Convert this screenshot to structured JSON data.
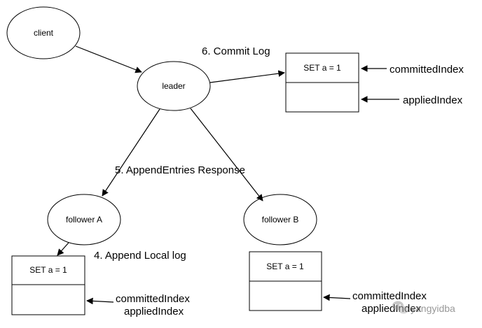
{
  "nodes": {
    "client": "client",
    "leader": "leader",
    "follower_a": "follower A",
    "follower_b": "follower B"
  },
  "steps": {
    "commit_log": "6. Commit Log",
    "append_entries_response": "5. AppendEntries Response",
    "append_local_log": "4. Append Local log"
  },
  "logs": {
    "leader_entry": "SET a = 1",
    "follower_a_entry": "SET a = 1",
    "follower_b_entry": "SET a = 1"
  },
  "pointers": {
    "leader_committed": "committedIndex",
    "leader_applied": "appliedIndex",
    "follower_a_committed": "committedIndex",
    "follower_a_applied": "appliedIndex",
    "follower_b_committed": "committedIndex",
    "follower_b_applied": "appliedIndex"
  },
  "watermark": "yangyidba",
  "colors": {
    "stroke": "#000000",
    "fill": "#ffffff",
    "text": "#000000"
  }
}
